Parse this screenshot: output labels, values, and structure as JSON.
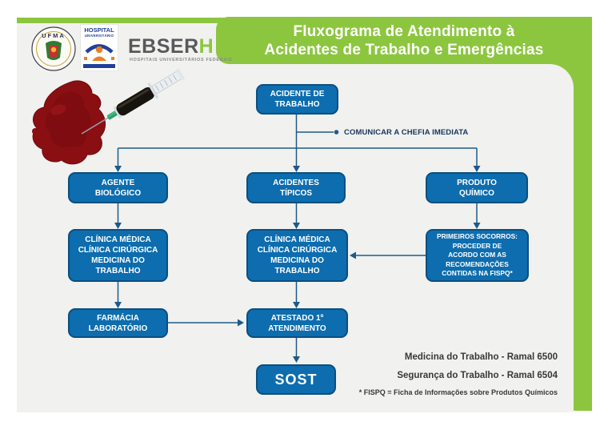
{
  "colors": {
    "green": "#8cc63f",
    "box_fill": "#0d6dae",
    "box_border": "#0a4f80",
    "connector": "#1d5a88",
    "comunicar_text": "#17375e"
  },
  "header": {
    "title": "Fluxograma de Atendimento à\nAcidentes de Trabalho e Emergências"
  },
  "logos": {
    "ufma": {
      "label": "UFMA"
    },
    "hospital": {
      "line1": "HOSPITAL",
      "line2": "UNIVERSITÁRIO"
    },
    "ebserh": {
      "text_gray": "EBSER",
      "text_green": "H",
      "tagline": "HOSPITAIS UNIVERSITÁRIOS FEDERAIS"
    }
  },
  "flowchart": {
    "acidente_trabalho": "ACIDENTE DE\nTRABALHO",
    "comunicar_chefia": "COMUNICAR A CHEFIA IMEDIATA",
    "agente_biologico": "AGENTE\nBIOLÓGICO",
    "acidentes_tipicos": "ACIDENTES\nTÍPICOS",
    "produto_quimico": "PRODUTO\nQUÍMICO",
    "clinica_left": "CLÍNICA MÉDICA\nCLÍNICA CIRÚRGICA\nMEDICINA DO\nTRABALHO",
    "clinica_center": "CLÍNICA MÉDICA\nCLÍNICA CIRÚRGICA\nMEDICINA DO\nTRABALHO",
    "primeiros_socorros": "PRIMEIROS SOCORROS:\nPROCEDER DE\nACORDO COM AS\nRECOMENDAÇÕES\nCONTIDAS NA FISPQ*",
    "farmacia_laboratorio": "FARMÁCIA\nLABORATÓRIO",
    "atestado_atendimento": "ATESTADO 1º\nATENDIMENTO",
    "sost": "SOST"
  },
  "footer": {
    "medicina": "Medicina do Trabalho - Ramal 6500",
    "seguranca": "Segurança do Trabalho - Ramal 6504",
    "fispq_note": "* FISPQ = Ficha de Informações sobre Produtos Químicos"
  }
}
